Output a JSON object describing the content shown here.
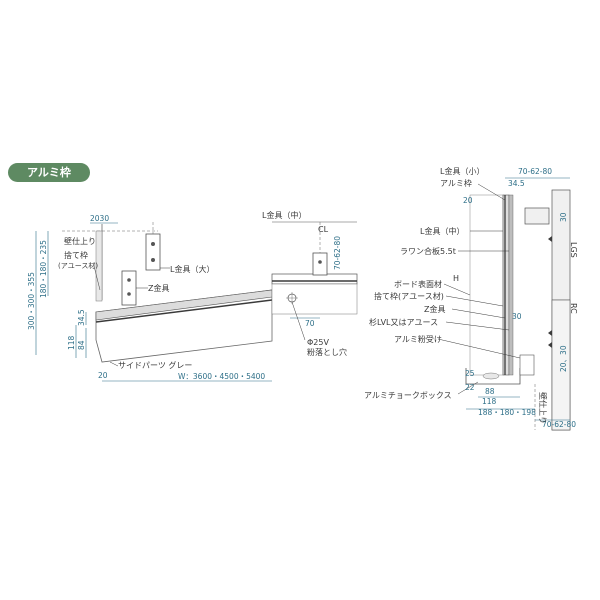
{
  "badge": "アルミ枠",
  "left_view": {
    "dim_top": "2030",
    "wall_label": "壁仕上り",
    "dim_vertical_1": "180・180・235",
    "dim_vertical_2": "300・300・355",
    "dim_34_5": "34.5",
    "dim_118": "118",
    "dim_84": "84",
    "dim_20": "20",
    "label_sute": "捨て枠",
    "label_sute_sub": "(アユース材)",
    "label_l_large": "L金具（大）",
    "label_z": "Z金具",
    "label_l_mid": "L金具（中）",
    "label_cl": "CL",
    "dim_70_62_80": "70-62-80",
    "dim_70": "70",
    "label_hole": "Φ25V",
    "label_hole_sub": "粉落とし穴",
    "label_side_parts": "サイドパーツ グレー",
    "dim_width": "W：3600・4500・5400"
  },
  "right_view": {
    "label_l_small": "L金具（小）",
    "label_frame": "アルミ枠",
    "dim_70_62_80_top": "70-62-80",
    "dim_34_5": "34.5",
    "dim_20": "20",
    "dim_30": "30",
    "dim_30_b": "30",
    "dim_25": "25",
    "label_l_mid": "L金具（中）",
    "label_lauan": "ラワン合板5.5t",
    "label_h": "H",
    "label_lgs": "LGS",
    "label_board": "ボード表面材",
    "label_sute": "捨て枠(アユース材)",
    "label_z": "Z金具",
    "label_lvl": "杉LVL又はアユース",
    "label_rc": "RC",
    "label_chalk_receiver": "アルミ粉受け",
    "dim_20_30": "20、30",
    "label_chalk_box": "アルミチョークボックス",
    "dim_22": "22",
    "dim_88": "88",
    "dim_118": "118",
    "dim_188_180_198": "188・180・198",
    "dim_70_62_80_bottom": "70-62-80",
    "wall_label": "壁仕上り"
  }
}
